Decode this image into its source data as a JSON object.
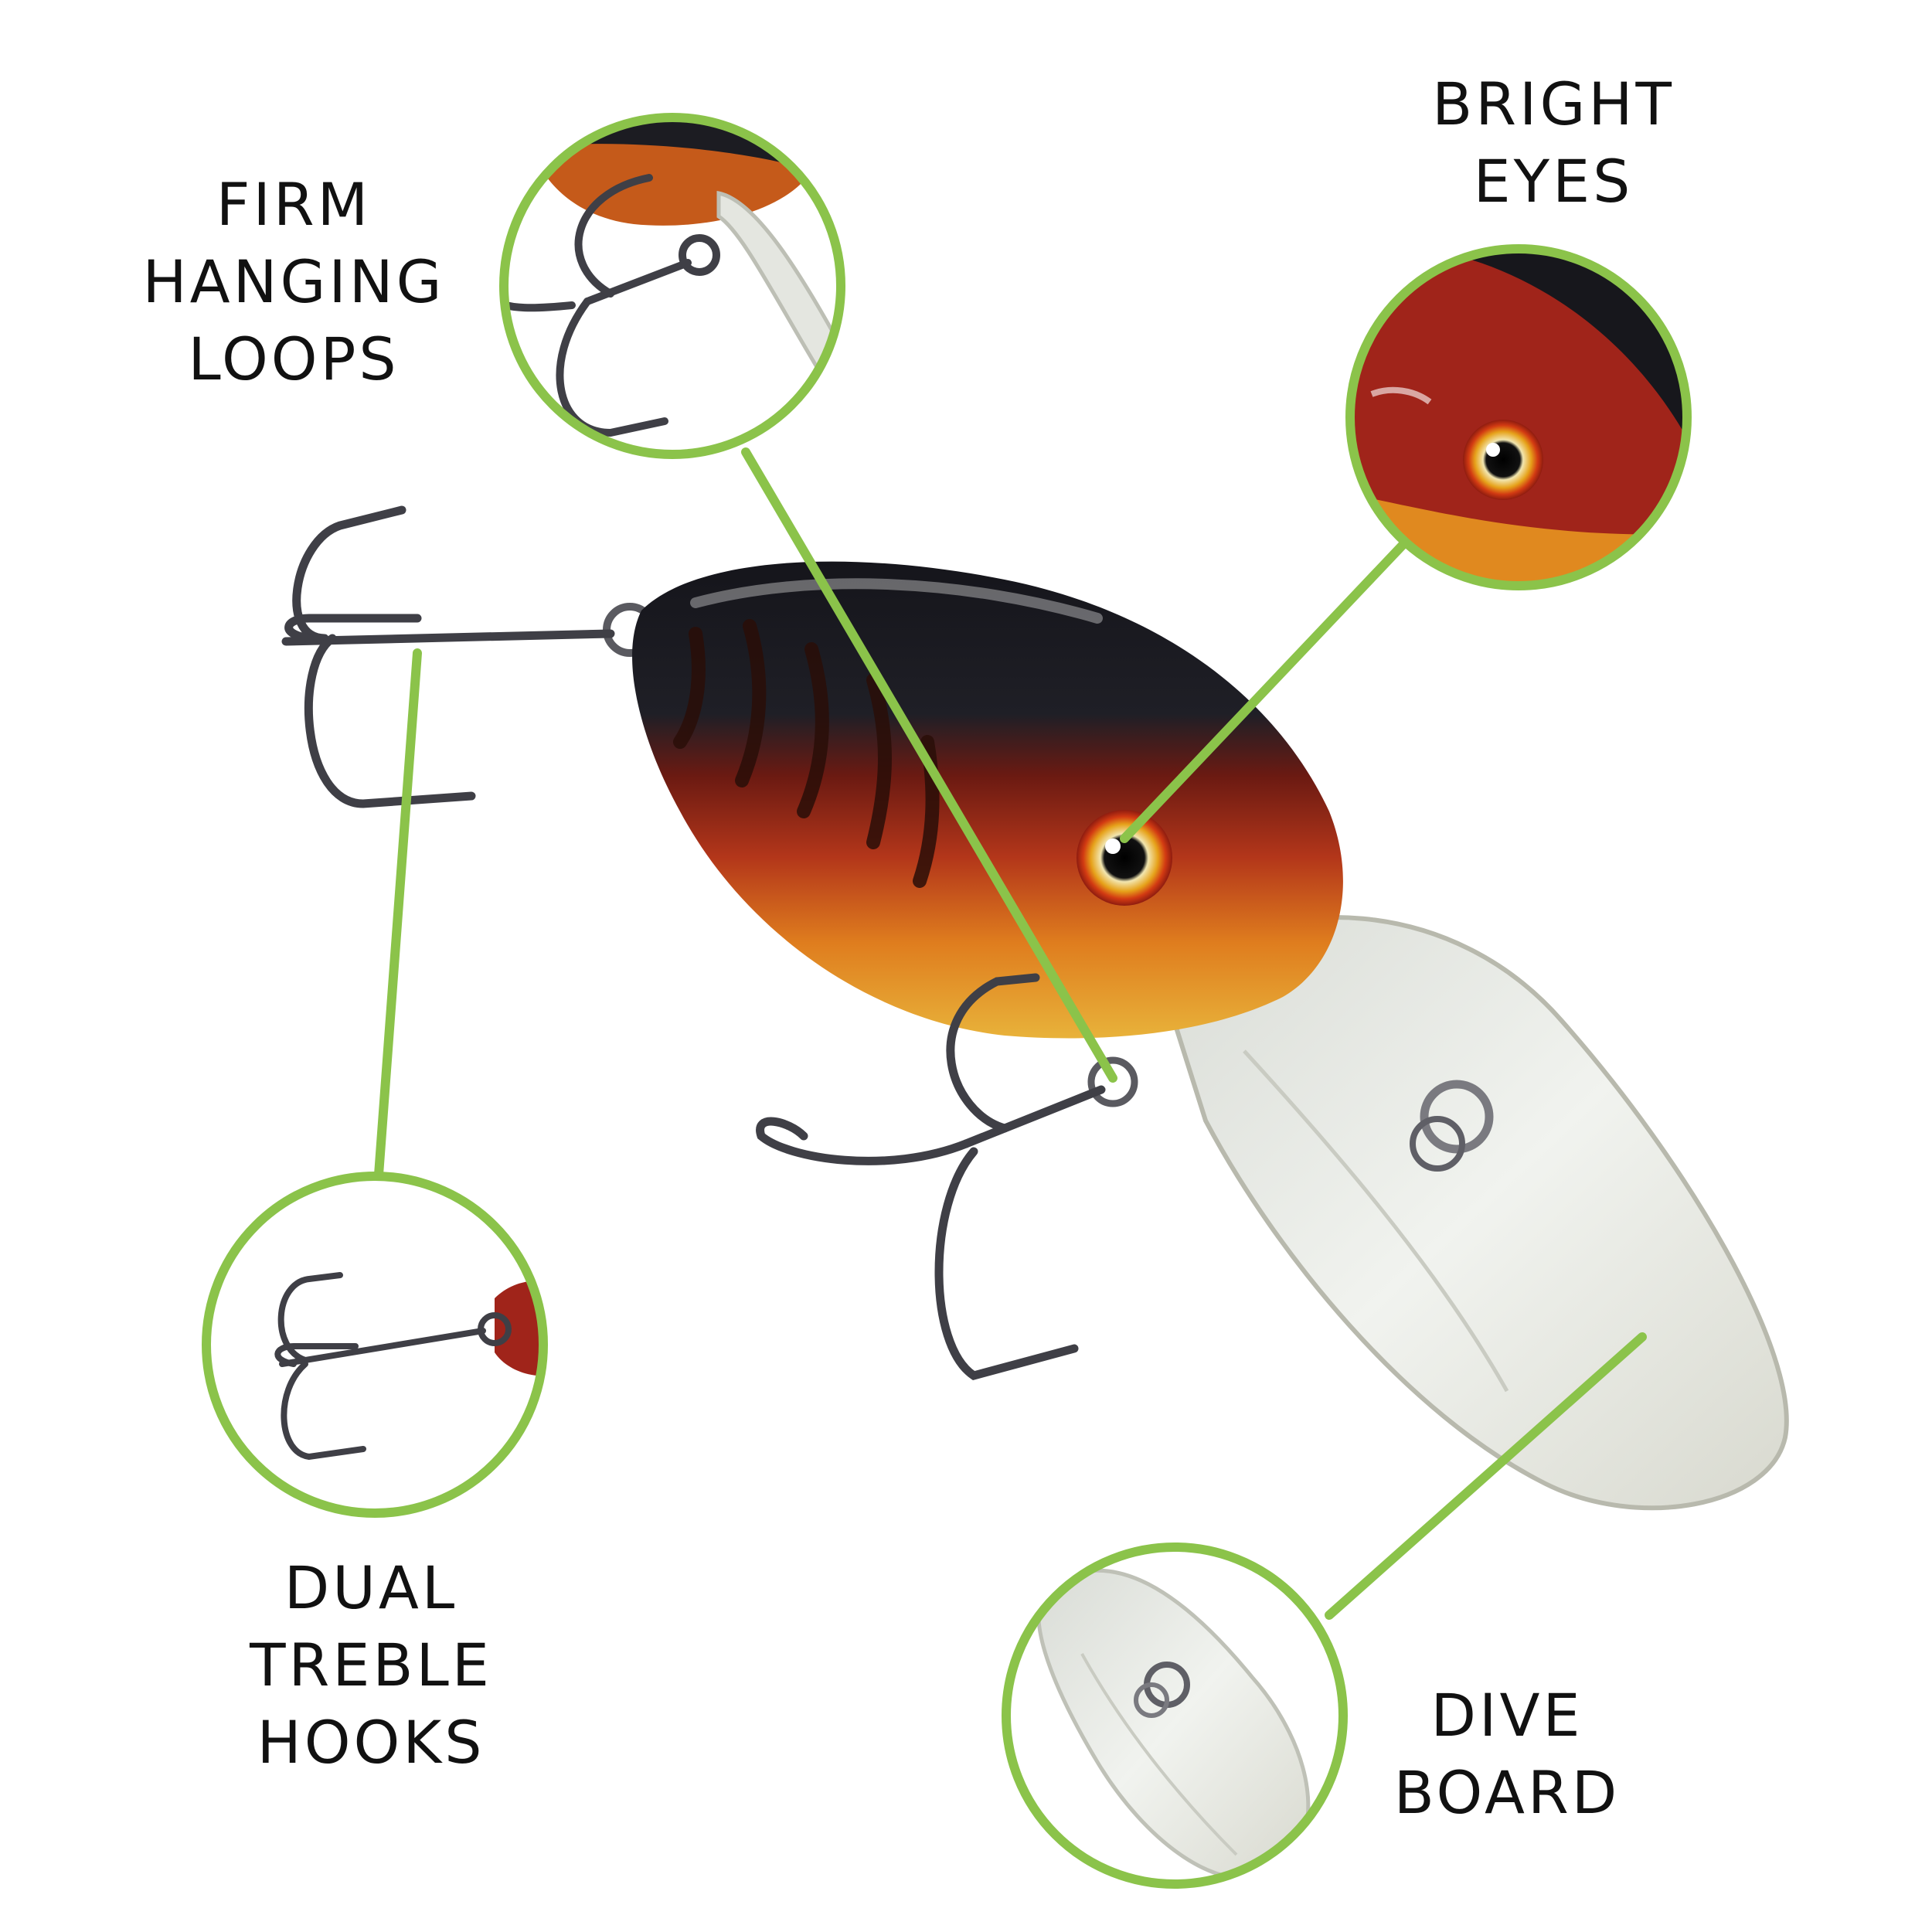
{
  "palette": {
    "accent_green": "#8bc34a",
    "lure_black": "#1c1c22",
    "lure_red": "#a0241a",
    "lure_orange": "#e0891f",
    "lure_yellow": "#e8b23a",
    "hook_metal": "#4a4a50",
    "lip_clear": "#e9ecea"
  },
  "labels": {
    "firm_loops": [
      "FIRM",
      "HANGING",
      "LOOPS"
    ],
    "bright_eyes": [
      "BRIGHT",
      "EYES"
    ],
    "dual_hooks": [
      "DUAL",
      "TREBLE",
      "HOOKS"
    ],
    "dive_board": [
      "DIVE",
      "BOARD"
    ]
  },
  "icons": {
    "product": "crankbait-lure",
    "callouts": [
      "hanging-loop-closeup",
      "eye-closeup",
      "treble-hook-closeup",
      "dive-lip-closeup"
    ]
  }
}
